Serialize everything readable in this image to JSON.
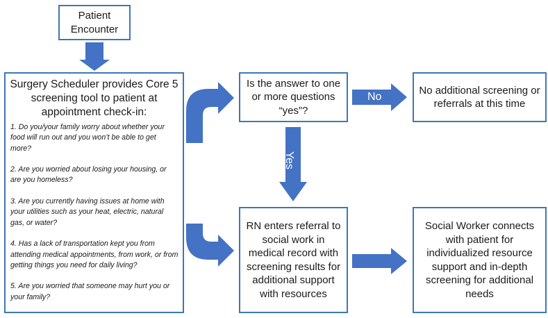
{
  "boxes": {
    "patient": "Patient Encounter",
    "scheduler": {
      "heading": "Surgery Scheduler provides Core 5 screening tool to patient at appointment check-in:",
      "questions": [
        "1. Do you/your family worry about whether your food will run out and you won’t be able to get more?",
        "2. Are you worried about losing your housing, or are you homeless?",
        "3. Are you currently having issues at home with your utilities such as your heat, electric, natural gas, or water?",
        "4. Has a lack of transportation kept you from attending medical appointments, from work, or from getting things you need for daily living?",
        "5. Are you worried that someone may hurt you or your family?"
      ]
    },
    "question": "Is the answer to one or more questions “yes”?",
    "no_referral": "No additional screening or referrals at this time",
    "rn": "RN enters referral to social work in medical record with screening results for additional support with resources",
    "social_worker": "Social Worker connects with patient for individualized resource support and in-depth screening for additional needs"
  },
  "arrows": {
    "no_label": "No",
    "yes_label": "Yes"
  },
  "colors": {
    "border": "#3d77b5",
    "arrow": "#4472c4"
  }
}
